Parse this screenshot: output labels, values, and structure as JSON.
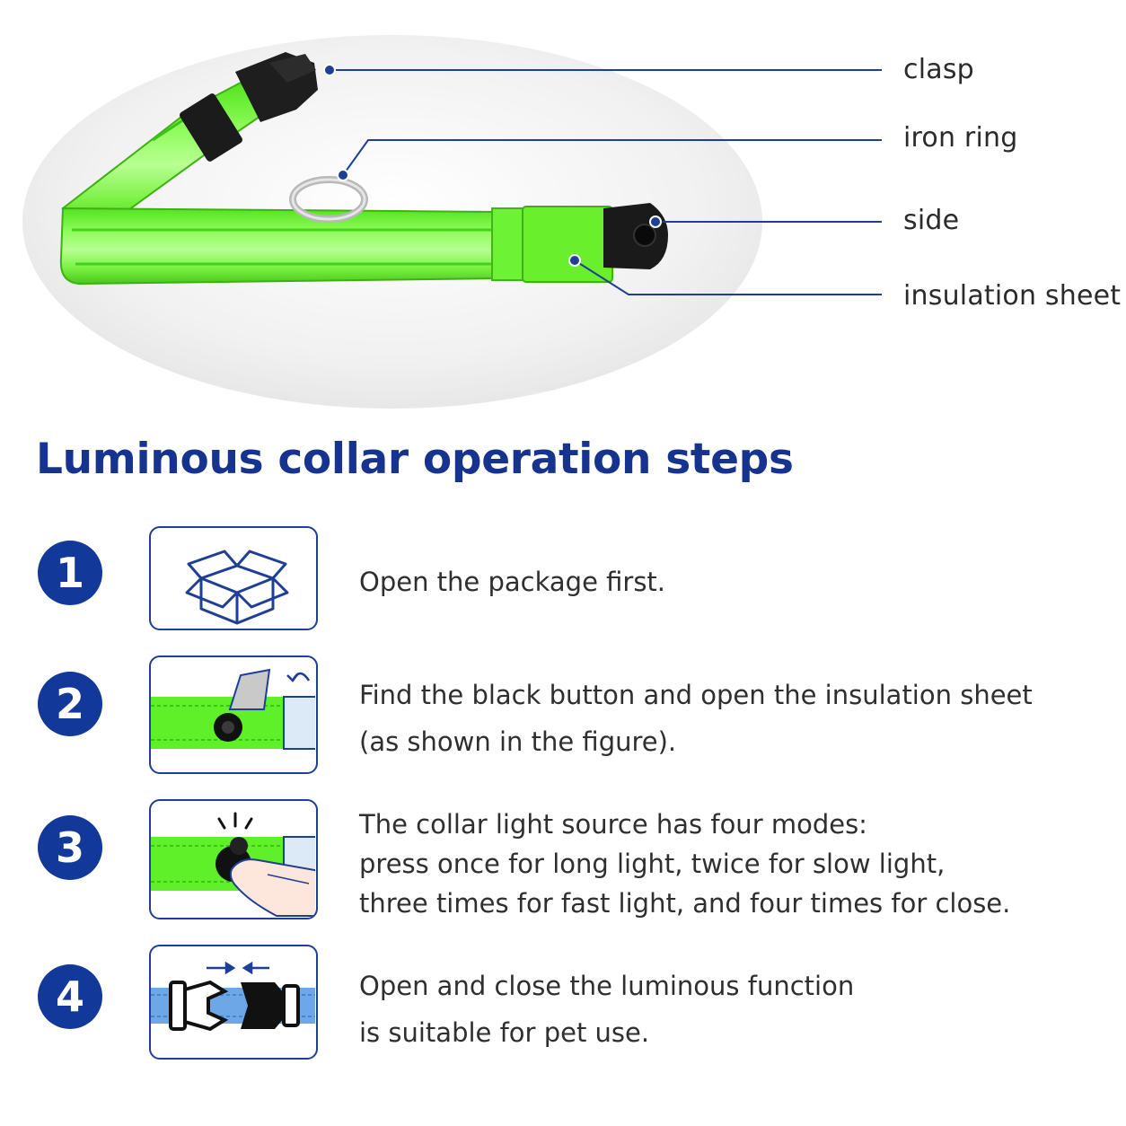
{
  "callouts": {
    "clasp": "clasp",
    "iron_ring": "iron ring",
    "side": "side",
    "insulation_sheet": "insulation sheet"
  },
  "heading": "Luminous collar operation steps",
  "steps": [
    {
      "number": "1",
      "lines": [
        "Open the package first."
      ]
    },
    {
      "number": "2",
      "lines": [
        "Find the black button and open the insulation sheet",
        "(as shown in the figure)."
      ]
    },
    {
      "number": "3",
      "lines": [
        "The collar light source has four modes:",
        "press once for long light, twice for slow light,",
        "three times for fast light, and four times for close."
      ]
    },
    {
      "number": "4",
      "lines": [
        "Open and close the luminous function",
        "is suitable for pet use."
      ]
    }
  ],
  "colors": {
    "brand_blue": "#15338f",
    "collar_green": "#5ff02a",
    "callout_line": "#1e3f96"
  },
  "icons": [
    "open-box-icon",
    "insulation-sheet-icon",
    "press-button-icon",
    "buckle-icon"
  ]
}
